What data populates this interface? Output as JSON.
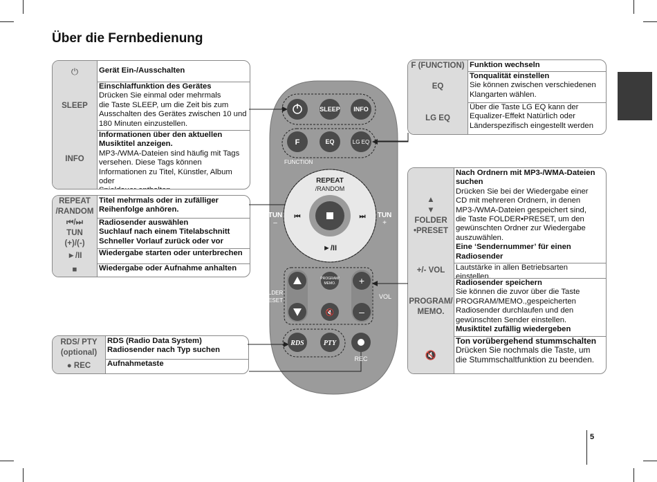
{
  "title": "Über die Fernbedienung",
  "page_number": "5",
  "left_table_1": [
    {
      "icon": "power-icon",
      "label": "",
      "lines": [
        {
          "t": "Gerät Ein-/Ausschalten",
          "b": true
        }
      ]
    },
    {
      "label": "SLEEP",
      "lines": [
        {
          "t": "Einschlaffunktion des Gerätes",
          "b": true
        },
        {
          "t": "Drücken Sie einmal oder mehrmals"
        },
        {
          "t": "die Taste SLEEP, um die Zeit bis zum"
        },
        {
          "t": "Ausschalten des Gerätes zwischen 10 und"
        },
        {
          "t": "180 Minuten einzustellen."
        }
      ]
    },
    {
      "label": "INFO",
      "lines": [
        {
          "t": "Informationen über den aktuellen",
          "b": true
        },
        {
          "t": "Musiktitel anzeigen.",
          "b": true
        },
        {
          "t": "MP3-/WMA-Dateien sind häufig mit Tags"
        },
        {
          "t": "versehen. Diese Tags können"
        },
        {
          "t": "Informationen zu Titel, Künstler, Album oder"
        },
        {
          "t": "Spieldauer enthalten."
        }
      ]
    }
  ],
  "left_table_2": [
    {
      "label": "REPEAT\n/RANDOM",
      "lines": [
        {
          "t": "Titel mehrmals oder in zufälliger",
          "b": true
        },
        {
          "t": "Reihenfolge anhören.",
          "b": true
        }
      ]
    },
    {
      "label": "⏮/⏭\nTUN\n(+)/(-)",
      "lines": [
        {
          "t": "Radiosender auswählen",
          "b": true
        },
        {
          "t": "Suchlauf nach einem Titelabschnitt",
          "b": true
        },
        {
          "t": "Schneller Vorlauf zurück oder vor",
          "b": true
        }
      ]
    },
    {
      "label": "►/II",
      "lines": [
        {
          "t": "Wiedergabe starten oder unterbrechen",
          "b": true
        }
      ]
    },
    {
      "label": "■",
      "lines": [
        {
          "t": "Wiedergabe oder Aufnahme anhalten",
          "b": true
        }
      ]
    }
  ],
  "left_table_3": [
    {
      "label": "RDS/ PTY\n(optional)",
      "lines": [
        {
          "t": "RDS (Radio Data System)",
          "b": true
        },
        {
          "t": "Radiosender nach Typ suchen",
          "b": true
        }
      ]
    },
    {
      "label": "● REC",
      "lines": [
        {
          "t": "Aufnahmetaste",
          "b": true
        }
      ]
    }
  ],
  "right_table_1": [
    {
      "label": "F (FUNCTION)",
      "lines": [
        {
          "t": "Funktion wechseln",
          "b": true
        }
      ]
    },
    {
      "label": "EQ",
      "lines": [
        {
          "t": "Tonqualität einstellen",
          "b": true
        },
        {
          "t": "Sie können zwischen verschiedenen"
        },
        {
          "t": "Klangarten wählen."
        }
      ]
    },
    {
      "label": "LG EQ",
      "lines": [
        {
          "t": "Über die Taste LG EQ kann der"
        },
        {
          "t": "Equalizer-Effekt Natürlich oder"
        },
        {
          "t": "Länderspezifisch eingestellt werden"
        }
      ]
    }
  ],
  "right_table_2": [
    {
      "label": "▲\n▼\nFOLDER\n•PRESET",
      "lines": [
        {
          "t": "Nach Ordnern mit MP3-/WMA-Dateien",
          "b": true
        },
        {
          "t": "suchen",
          "b": true
        },
        {
          "t": "Drücken Sie bei der Wiedergabe einer"
        },
        {
          "t": "CD mit mehreren Ordnern, in denen"
        },
        {
          "t": "MP3-/WMA-Dateien gespeichert sind,"
        },
        {
          "t": "die Taste FOLDER•PRESET, um den"
        },
        {
          "t": "gewünschten Ordner zur Wiedergabe"
        },
        {
          "t": "auszuwählen."
        },
        {
          "t": "Eine ‘Sendernummer’ für einen",
          "b": true
        },
        {
          "t": "Radiosender",
          "b": true
        }
      ]
    },
    {
      "label": "+/- VOL",
      "lines": [
        {
          "t": "Lautstärke in allen Betriebsarten einstellen."
        }
      ]
    },
    {
      "label": "PROGRAM/\nMEMO.",
      "lines": [
        {
          "t": "Radiosender speichern",
          "b": true
        },
        {
          "t": "Sie können die zuvor über die Taste"
        },
        {
          "t": "PROGRAM/MEMO.,gespeicherten"
        },
        {
          "t": "Radiosender durchlaufen und den"
        },
        {
          "t": "gewünschten Sender einstellen."
        },
        {
          "t": "Musiktitel zufällig wiedergeben",
          "b": true
        }
      ]
    },
    {
      "icon": "mute-icon",
      "label": "",
      "lines": [
        {
          "t": "Ton vorübergehend stummschalten",
          "b": true
        },
        {
          "t": "Drücken Sie nochmals die Taste, um"
        },
        {
          "t": "die Stummschaltfunktion zu beenden."
        }
      ]
    }
  ],
  "remote": {
    "sleep": "SLEEP",
    "info": "INFO",
    "f": "F",
    "eq": "EQ",
    "lgeq": "LG EQ",
    "function": "FUNCTION",
    "repeat": "REPEAT",
    "random": "/RANDOM",
    "tun_left": "TUN",
    "tun_right": "TUN",
    "minus": "–",
    "plus": "+",
    "playpause": "►/II",
    "folder": "FOLDER",
    "preset": "PRESET",
    "program": "PROGRAM/",
    "memo": "MEMO.",
    "vol": "VOL",
    "rds": "RDS",
    "pty": "PTY",
    "rec": "REC"
  }
}
